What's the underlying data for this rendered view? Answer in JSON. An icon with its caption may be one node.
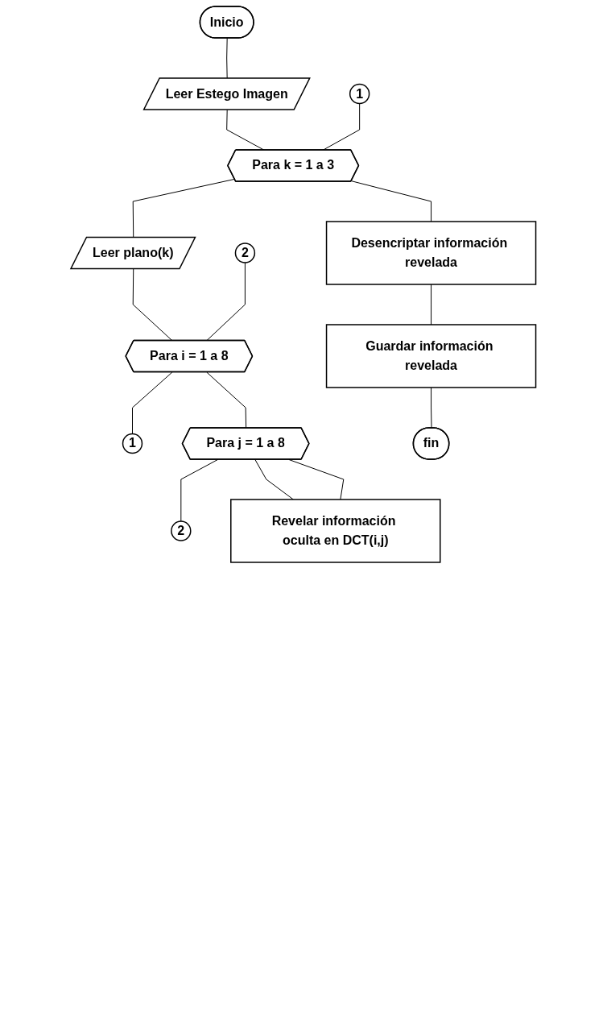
{
  "diagram": {
    "nodes": [
      {
        "text": [
          "Inicio"
        ]
      },
      {
        "text": [
          "Leer Estego Imagen"
        ]
      },
      {
        "text": [
          "1"
        ]
      },
      {
        "text": [
          "Para k = 1 a 3"
        ]
      },
      {
        "text": [
          "Leer plano(k)"
        ]
      },
      {
        "text": [
          "2"
        ]
      },
      {
        "text": [
          "Para i = 1 a 8"
        ]
      },
      {
        "text": [
          "1"
        ]
      },
      {
        "text": [
          "Para j = 1 a 8"
        ]
      },
      {
        "text": [
          "2"
        ]
      },
      {
        "text": [
          "Revelar información oculta en DCT(i,j)"
        ]
      },
      {
        "text": [
          "Desencriptar información revelada"
        ]
      },
      {
        "text": [
          "Guardar información revelada"
        ]
      },
      {
        "text": [
          "fin"
        ]
      }
    ],
    "edges": [
      {
        "from": 0,
        "to": 1,
        "arrow": "none"
      },
      {
        "from": 1,
        "to": 3,
        "arrow": "none"
      },
      {
        "from": 2,
        "to": 3,
        "arrow": "none"
      },
      {
        "from": 3,
        "to": 4,
        "arrow": "none"
      },
      {
        "from": 4,
        "to": 6,
        "arrow": "none"
      },
      {
        "from": 5,
        "to": 6,
        "arrow": "none"
      },
      {
        "from": 6,
        "to": 7,
        "arrow": "none"
      },
      {
        "from": 6,
        "to": 8,
        "arrow": "none"
      },
      {
        "from": 8,
        "to": 9,
        "arrow": "none"
      },
      {
        "from": 8,
        "to": 10,
        "arrow": "none"
      },
      {
        "from": 10,
        "to": 8,
        "arrow": "none"
      },
      {
        "from": 3,
        "to": 11,
        "arrow": "none"
      },
      {
        "from": 11,
        "to": 12,
        "arrow": "none"
      },
      {
        "from": 12,
        "to": 13,
        "arrow": "none"
      }
    ]
  }
}
